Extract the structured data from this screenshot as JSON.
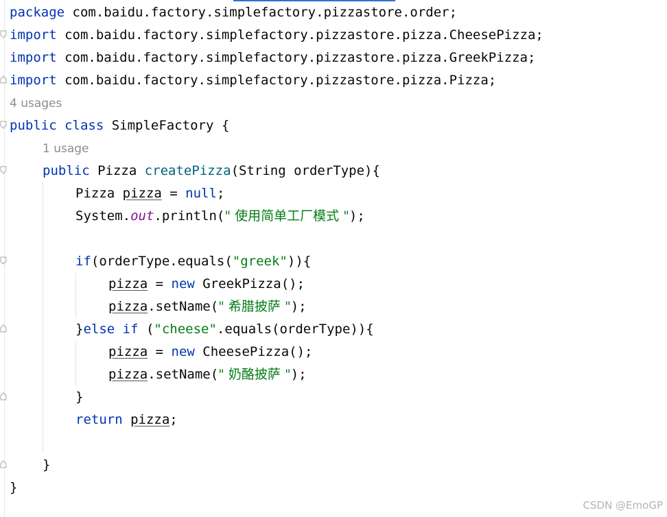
{
  "editor": {
    "package_kw": "package",
    "package_name": " com.baidu.factory.simplefactory.pizzastore.order;",
    "imports": [
      {
        "kw": "import",
        "name": " com.baidu.factory.simplefactory.pizzastore.pizza.CheesePizza;"
      },
      {
        "kw": "import",
        "name": " com.baidu.factory.simplefactory.pizzastore.pizza.GreekPizza;"
      },
      {
        "kw": "import",
        "name": " com.baidu.factory.simplefactory.pizzastore.pizza.Pizza;"
      }
    ],
    "class_usages": "4 usages",
    "class_kw": "public class",
    "class_name": " SimpleFactory {",
    "method_usages": "1 usage",
    "method": {
      "kw": "public",
      "ret": " Pizza ",
      "name": "createPizza",
      "params": "(String orderType){"
    },
    "l_decl": {
      "type": "Pizza ",
      "var": "pizza",
      "eq": " = ",
      "null": "null",
      "end": ";"
    },
    "l_print": {
      "obj": "System.",
      "field": "out",
      "call": ".println(",
      "str": "\" 使用简单工厂模式 \"",
      "end": ");"
    },
    "l_if": {
      "kw": "if",
      "pre": "(orderType.equals(",
      "str": "\"greek\"",
      "end": ")){"
    },
    "l_greek_new": {
      "var": "pizza",
      "eq": " = ",
      "kw": "new",
      "rest": " GreekPizza();"
    },
    "l_greek_name": {
      "var": "pizza",
      "call": ".setName(",
      "str": "\" 希腊披萨 \"",
      "end": ");"
    },
    "l_elseif": {
      "open": "}",
      "kw": "else if",
      "pre": " (",
      "str": "\"cheese\"",
      "end": ".equals(orderType)){"
    },
    "l_cheese_new": {
      "var": "pizza",
      "eq": " = ",
      "kw": "new",
      "rest": " CheesePizza();"
    },
    "l_cheese_name": {
      "var": "pizza",
      "call": ".setName(",
      "str": "\" 奶酪披萨 \"",
      "end": ");"
    },
    "l_close_if": "}",
    "l_return": {
      "kw": "return",
      "sp": " ",
      "var": "pizza",
      "end": ";"
    },
    "l_close_method": "}",
    "l_close_class": "}"
  },
  "watermark": "CSDN @EmoGP",
  "colors": {
    "keyword": "#0033b3",
    "method": "#00627a",
    "string": "#067d17",
    "static_field": "#871094",
    "hint": "#8c8c8c"
  }
}
